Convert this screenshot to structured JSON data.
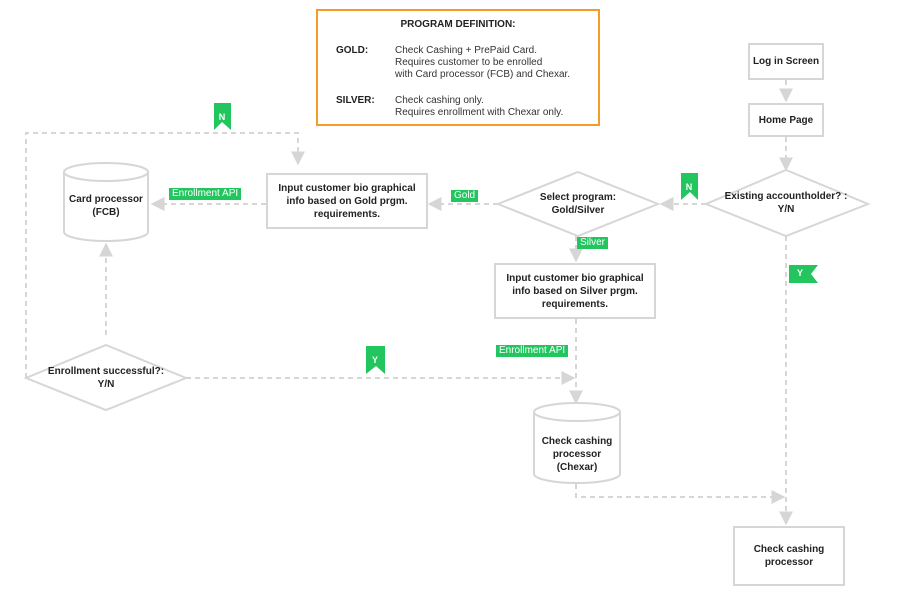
{
  "legend": {
    "title": "PROGRAM DEFINITION:",
    "gold_key": "GOLD:",
    "gold_lines": [
      "Check Cashing + PrePaid Card.",
      "Requires customer to be enrolled",
      "with Card processor (FCB) and Chexar."
    ],
    "silver_key": "SILVER:",
    "silver_lines": [
      "Check cashing only.",
      "Requires enrollment with Chexar only."
    ]
  },
  "nodes": {
    "login": "Log in Screen",
    "home": "Home Page",
    "existing": "Existing accountholder? : Y/N",
    "select_program": "Select program: Gold/Silver",
    "input_gold": "Input customer bio graphical info based on Gold prgm. requirements.",
    "input_silver": "Input customer bio graphical info based on Silver prgm. requirements.",
    "card_processor": "Card processor (FCB)",
    "check_processor_db": "Check cashing processor (Chexar)",
    "enrollment": "Enrollment successful?: Y/N",
    "check_processor_box": "Check cashing processor"
  },
  "labels": {
    "gold": "Gold",
    "silver": "Silver",
    "enrollment_api_1": "Enrollment API",
    "enrollment_api_2": "Enrollment API"
  },
  "flags": {
    "n_top": "N",
    "n_existing": "N",
    "y_existing": "Y",
    "y_enrollment": "Y"
  },
  "colors": {
    "accent_green": "#22c55e",
    "legend_border": "#f39c2a",
    "connector": "#d6d6d6",
    "shape_border": "#d6d6d6"
  }
}
